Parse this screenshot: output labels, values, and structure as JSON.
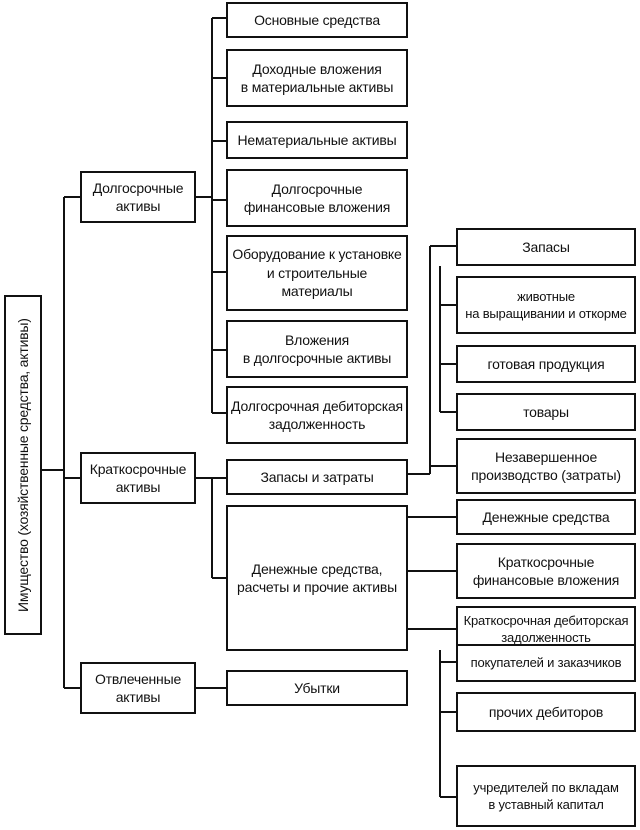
{
  "root": "Имущество (хозяйственные средства, активы)",
  "groups": {
    "long_term": "Долгосрочные\nактивы",
    "short_term": "Краткосрочные\nактивы",
    "diverted": "Отвлеченные\nактивы"
  },
  "long_term_items": [
    "Основные средства",
    "Доходные вложения\nв материальные активы",
    "Нематериальные активы",
    "Долгосрочные\nфинансовые вложения",
    "Оборудование к установке\nи строительные\nматериалы",
    "Вложения\nв долгосрочные активы",
    "Долгосрочная дебиторская\nзадолженность"
  ],
  "short_term_items": {
    "inventories_costs": "Запасы и затраты",
    "cash_settlements": "Денежные средства,\nрасчеты и прочие активы"
  },
  "diverted_items": [
    "Убытки"
  ],
  "inventory_breakdown": [
    "Запасы",
    "животные\nна выращивании и откорме",
    "готовая продукция",
    "товары",
    "Незавершенное\nпроизводство (затраты)"
  ],
  "cash_breakdown": [
    "Денежные средства",
    "Краткосрочные\nфинансовые вложения",
    "Краткосрочная дебиторская\nзадолженность"
  ],
  "receivables_breakdown": [
    "покупателей и заказчиков",
    "прочих дебиторов",
    "учредителей по вкладам\nв уставный капитал"
  ]
}
